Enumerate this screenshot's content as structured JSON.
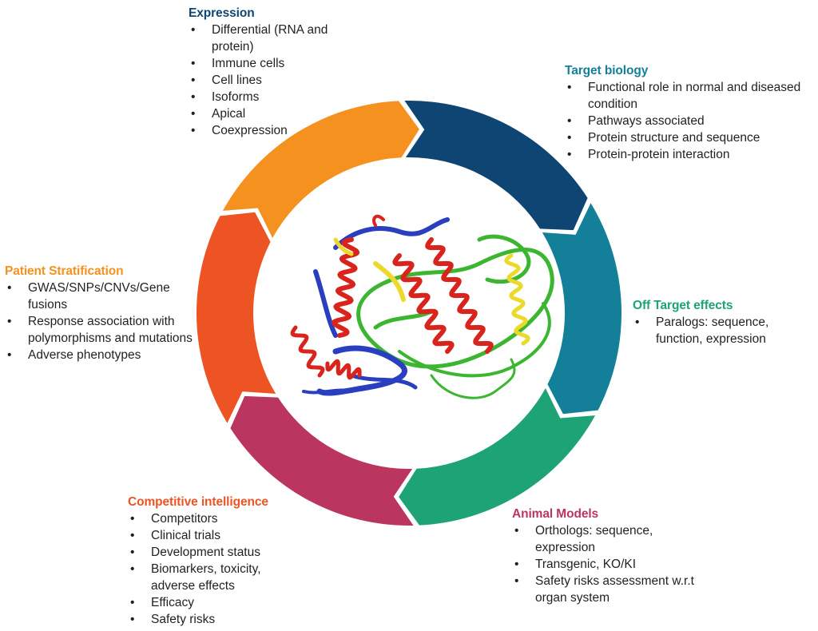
{
  "diagram": {
    "type": "cycle",
    "center_image": "protein-ribbon-structure",
    "segments": [
      {
        "key": "expression",
        "title": "Expression",
        "color": "#0f4572",
        "items": [
          "Differential (RNA and protein)",
          "Immune cells",
          "Cell lines",
          "Isoforms",
          "Apical",
          "Coexpression"
        ]
      },
      {
        "key": "target-biology",
        "title": "Target biology",
        "color": "#147f99",
        "items": [
          "Functional role in normal and diseased condition",
          "Pathways associated",
          "Protein structure and sequence",
          "Protein-protein interaction"
        ]
      },
      {
        "key": "off-target-effects",
        "title": "Off Target effects",
        "color": "#1ea376",
        "items": [
          "Paralogs: sequence, function, expression"
        ]
      },
      {
        "key": "animal-models",
        "title": "Animal Models",
        "color": "#bb365f",
        "items": [
          "Orthologs: sequence, expression",
          "Transgenic, KO/KI",
          "Safety risks assessment w.r.t organ system"
        ]
      },
      {
        "key": "competitive-intelligence",
        "title": "Competitive intelligence",
        "color": "#ee5323",
        "items": [
          "Competitors",
          "Clinical trials",
          "Development status",
          "Biomarkers, toxicity, adverse effects",
          "Efficacy",
          "Safety risks"
        ]
      },
      {
        "key": "patient-stratification",
        "title": "Patient Stratification",
        "color": "#f5911f",
        "items": [
          "GWAS/SNPs/CNVs/Gene fusions",
          "Response association with polymorphisms and mutations",
          "Adverse phenotypes"
        ]
      }
    ],
    "bullet_glyph": "•",
    "protein_colors": {
      "helix": "#d8241c",
      "sheet": "#2a3fc0",
      "loop": "#3cb631",
      "accent": "#ecd92b"
    }
  }
}
